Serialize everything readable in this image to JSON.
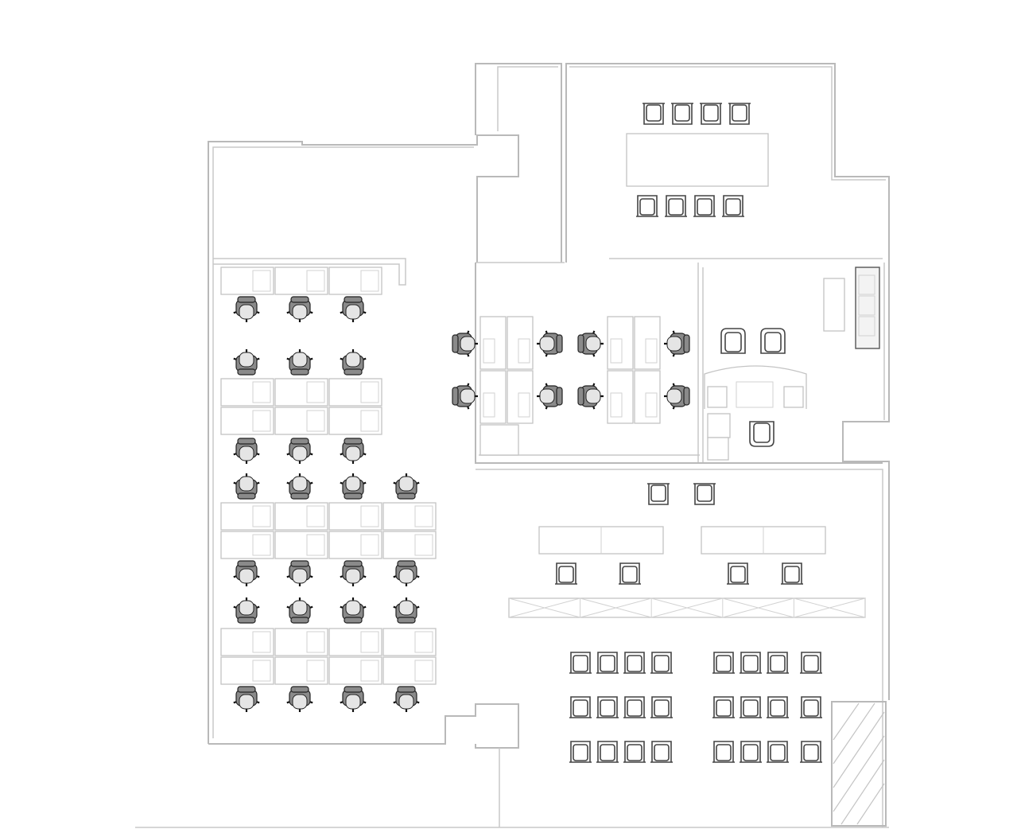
{
  "colors": {
    "wall": "#b9b9b9",
    "furniture_line": "#c4c4c4",
    "chair_line": "#444444",
    "task_chair_fill": "#8a8a8a",
    "background": "#ffffff"
  },
  "plan": {
    "rooms": [
      {
        "id": "boardroom",
        "label": ""
      },
      {
        "id": "open-workstations",
        "label": ""
      },
      {
        "id": "team-benching",
        "label": ""
      },
      {
        "id": "reception-lounge",
        "label": ""
      },
      {
        "id": "training-room",
        "label": ""
      }
    ],
    "counts": {
      "workstation_chairs": 24,
      "benching_chairs": 8,
      "boardroom_chairs": 8,
      "training_seats": 24,
      "training_table_chairs": 6,
      "lounge_chairs": 3
    }
  }
}
